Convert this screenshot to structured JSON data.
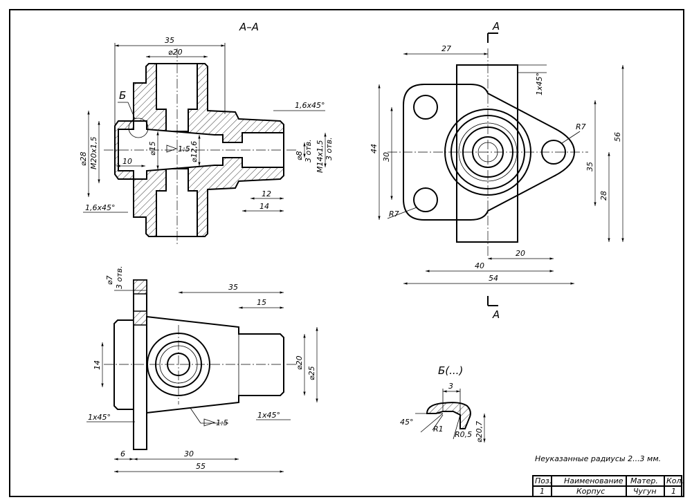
{
  "section_aa": {
    "title": "А–А",
    "dim_35": "35",
    "dim_d20": "⌀20",
    "detail_mark": "Б",
    "chamfer_top": "1,6x45°",
    "dim_d28": "⌀28",
    "thread_m20": "M20x1,5",
    "dim_10": "10",
    "dim_d15": "⌀15",
    "taper": "1:5",
    "dim_d12_6": "⌀12,6",
    "dim_d8": "⌀8",
    "holes_d8": "3 отв.",
    "thread_m14": "M14x1,5",
    "holes_m14": "3 отв.",
    "dim_12": "12",
    "dim_14": "14",
    "chamfer_bottom": "1,6x45°"
  },
  "top_view": {
    "cut_top": "A",
    "cut_bottom": "A",
    "dim_27": "27",
    "chamfer": "1x45°",
    "radius_lobe": "R7",
    "dim_44": "44",
    "dim_30": "30",
    "dim_35": "35",
    "dim_56": "56",
    "dim_28": "28",
    "radius_corner": "R7",
    "dim_20": "20",
    "dim_40": "40",
    "dim_54": "54"
  },
  "side_view": {
    "dim_d7": "⌀7",
    "holes_d7": "3 отв.",
    "dim_35": "35",
    "dim_15": "15",
    "dim_14": "14",
    "dim_d20": "⌀20",
    "dim_d25": "⌀25",
    "chamfer_left": "1x45°",
    "taper": "1:5",
    "chamfer_right": "1x45°",
    "dim_6": "6",
    "dim_30": "30",
    "dim_55": "55"
  },
  "detail_b": {
    "title": "Б(...)",
    "dim_3": "3",
    "angle": "45°",
    "radius_r1": "R1",
    "radius_r05": "R0,5",
    "dim_d20_7": "⌀20,7"
  },
  "note": "Неуказанные радиусы 2...3 мм.",
  "title_block": {
    "headers": [
      "Поз.",
      "Наименование",
      "Матер.",
      "Кол."
    ],
    "row": [
      "1",
      "Корпус",
      "Чугун",
      "1"
    ]
  }
}
